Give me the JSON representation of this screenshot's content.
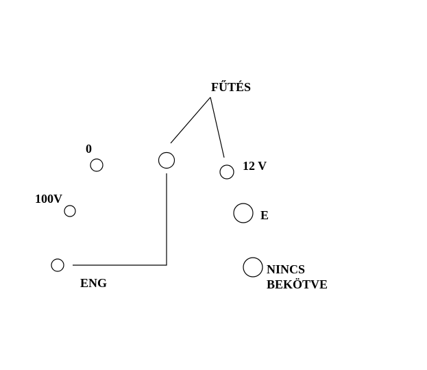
{
  "diagram": {
    "labels": {
      "futes": "FŰTÉS",
      "zero": "0",
      "twelve_v": "12 V",
      "hundred_v": "100V",
      "e": "E",
      "eng": "ENG",
      "nincs": "NINCS",
      "bekotve": "BEKÖTVE"
    },
    "terminals": [
      "0",
      "FŰTÉS",
      "12 V",
      "100V",
      "E",
      "ENG",
      "NINCS BEKÖTVE"
    ],
    "connections": [
      [
        "FŰTÉS",
        "FŰTÉS-terminal"
      ],
      [
        "FŰTÉS",
        "12 V"
      ],
      [
        "FŰTÉS-terminal",
        "ENG"
      ]
    ],
    "colors": {
      "stroke": "#000000",
      "background": "#ffffff"
    }
  }
}
